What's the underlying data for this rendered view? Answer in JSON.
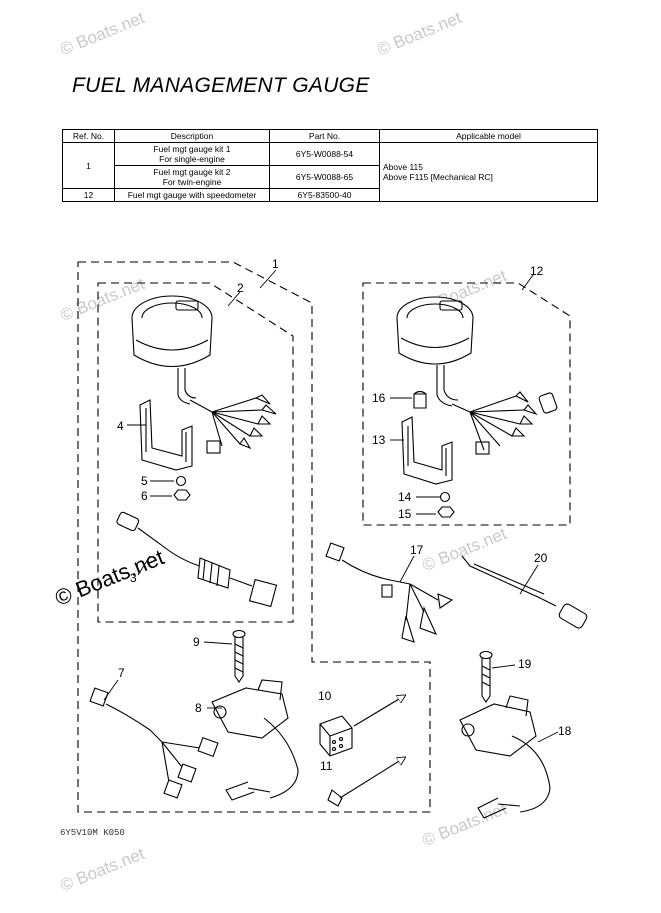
{
  "title": "FUEL MANAGEMENT GAUGE",
  "table": {
    "headers": [
      "Ref. No.",
      "Description",
      "Part No.",
      "Applicable model"
    ],
    "rows": [
      {
        "ref": "1",
        "desc_a": "Fuel mgt gauge kit 1",
        "desc_b": "For single-engine",
        "part": "6Y5-W0088-54"
      },
      {
        "ref": "",
        "desc_a": "Fuel mgt gauge kit 2",
        "desc_b": "For twin-engine",
        "part": "6Y5-W0088-65"
      },
      {
        "ref": "12",
        "desc": "Fuel mgt gauge with speedometer",
        "part": "6Y5-83500-40"
      }
    ],
    "applicable": [
      "Above 115",
      "Above F115 [Mechanical RC]"
    ]
  },
  "callouts": [
    "1",
    "2",
    "3",
    "4",
    "5",
    "6",
    "7",
    "8",
    "9",
    "10",
    "11",
    "12",
    "13",
    "14",
    "15",
    "16",
    "17",
    "18",
    "19",
    "20"
  ],
  "watermark": "© Boats.net",
  "code": "6Y5V10M K050",
  "colors": {
    "line": "#000000",
    "watermark": "#c9c9c9"
  }
}
